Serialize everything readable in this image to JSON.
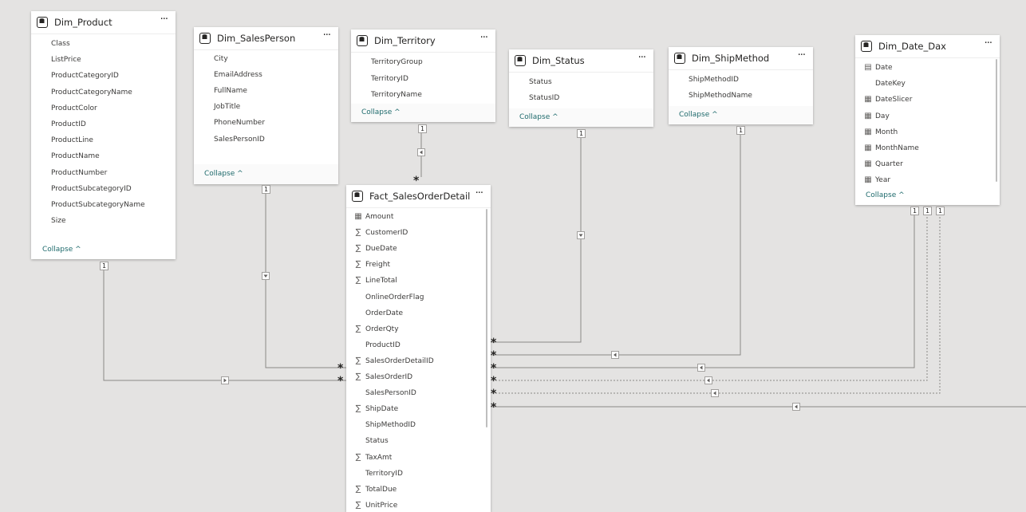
{
  "tables": {
    "dim_product": {
      "title": "Dim_Product",
      "fields": [
        "Class",
        "ListPrice",
        "ProductCategoryID",
        "ProductCategoryName",
        "ProductColor",
        "ProductID",
        "ProductLine",
        "ProductName",
        "ProductNumber",
        "ProductSubcategoryID",
        "ProductSubcategoryName",
        "Size"
      ],
      "collapse": "Collapse ^"
    },
    "dim_salesperson": {
      "title": "Dim_SalesPerson",
      "fields": [
        "City",
        "EmailAddress",
        "FullName",
        "JobTitle",
        "PhoneNumber",
        "SalesPersonID"
      ],
      "collapse": "Collapse ^"
    },
    "dim_territory": {
      "title": "Dim_Territory",
      "fields": [
        "TerritoryGroup",
        "TerritoryID",
        "TerritoryName"
      ],
      "collapse": "Collapse ^"
    },
    "dim_status": {
      "title": "Dim_Status",
      "fields": [
        "Status",
        "StatusID"
      ],
      "collapse": "Collapse ^"
    },
    "dim_shipmethod": {
      "title": "Dim_ShipMethod",
      "fields": [
        "ShipMethodID",
        "ShipMethodName"
      ],
      "collapse": "Collapse ^"
    },
    "dim_date_dax": {
      "title": "Dim_Date_Dax",
      "fields": [
        "Date",
        "DateKey",
        "DateSlicer",
        "Day",
        "Month",
        "MonthName",
        "Quarter",
        "Year"
      ],
      "field_icons": [
        "calendar-icon",
        "",
        "calculated-column-icon",
        "calculated-column-icon",
        "calculated-column-icon",
        "calculated-column-icon",
        "calculated-column-icon",
        "calculated-column-icon"
      ],
      "collapse": "Collapse ^"
    },
    "fact_salesorderdetail": {
      "title": "Fact_SalesOrderDetail",
      "fields": [
        "Amount",
        "CustomerID",
        "DueDate",
        "Freight",
        "LineTotal",
        "OnlineOrderFlag",
        "OrderDate",
        "OrderQty",
        "ProductID",
        "SalesOrderDetailID",
        "SalesOrderID",
        "SalesPersonID",
        "ShipDate",
        "ShipMethodID",
        "Status",
        "TaxAmt",
        "TerritoryID",
        "TotalDue",
        "UnitPrice"
      ],
      "field_icons": [
        "calculated-column-icon",
        "sigma-icon",
        "sigma-icon",
        "sigma-icon",
        "sigma-icon",
        "",
        "",
        "sigma-icon",
        "",
        "sigma-icon",
        "sigma-icon",
        "",
        "sigma-icon",
        "",
        "",
        "sigma-icon",
        "",
        "sigma-icon",
        "sigma-icon"
      ]
    }
  },
  "more_label": "···",
  "relationships": {
    "one_label": "1",
    "many_label": "*"
  },
  "colors": {
    "canvas": "#e4e3e2",
    "card": "#ffffff",
    "line": "#8a8886",
    "collapse_link": "#1e6a6c"
  }
}
